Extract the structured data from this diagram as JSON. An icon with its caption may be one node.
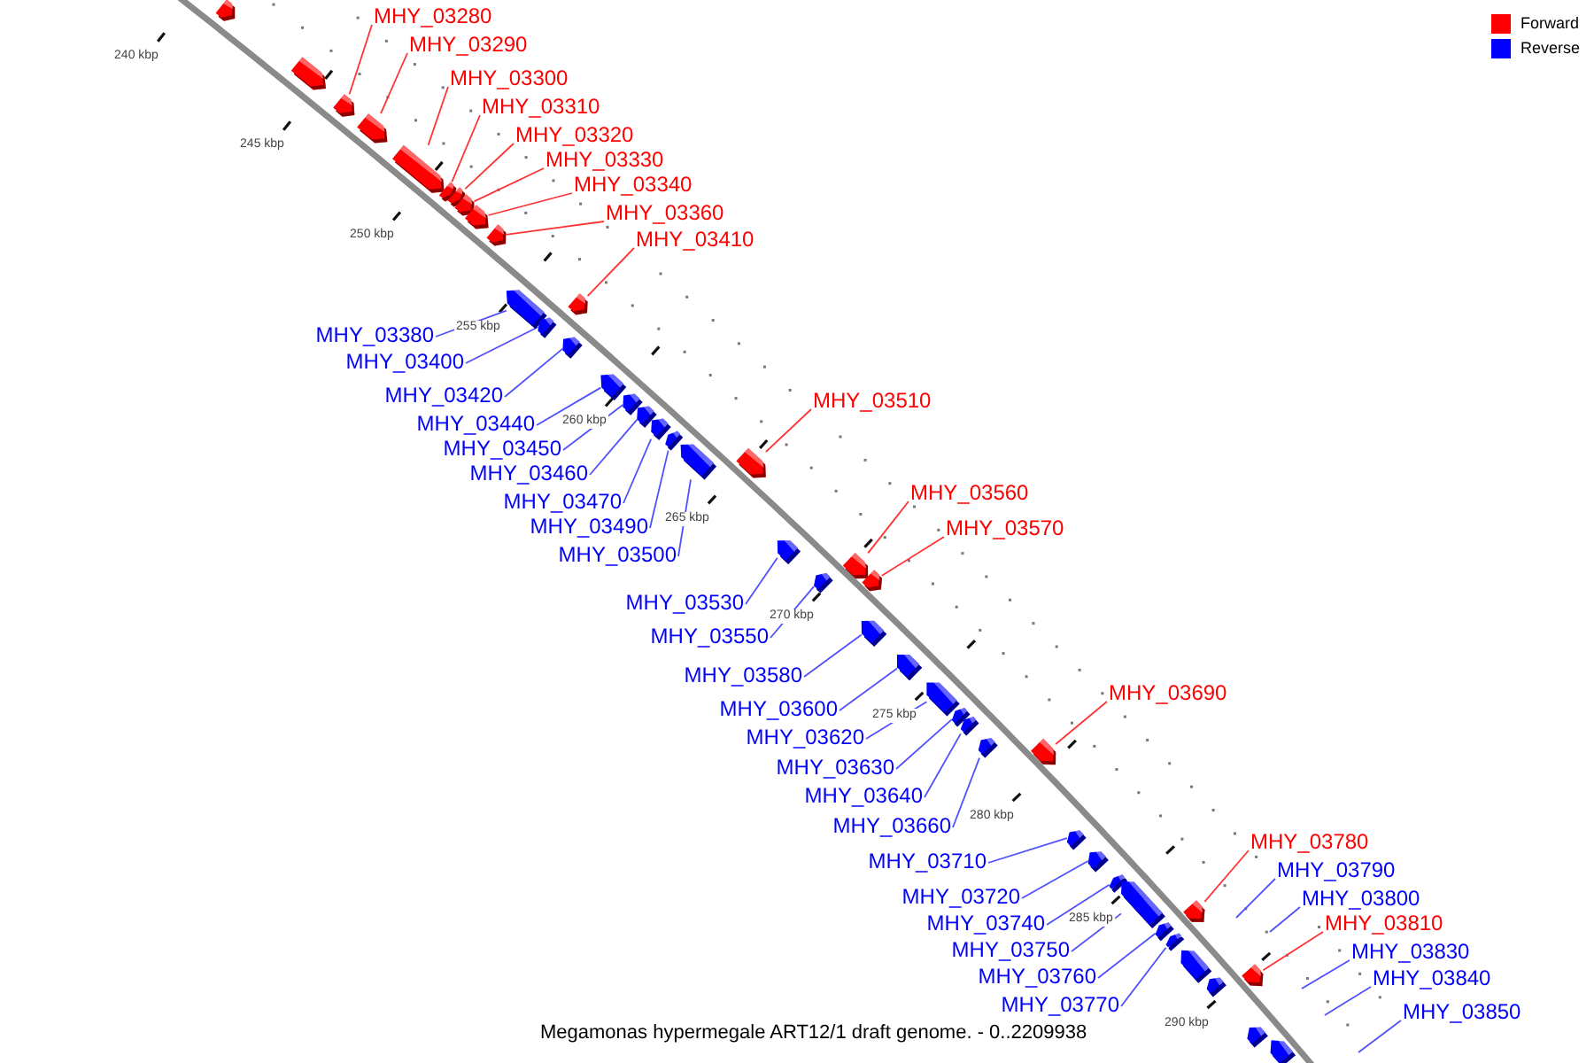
{
  "diagram": {
    "caption": "Megamonas hypermegale ART12/1 draft genome. - 0..2209938",
    "nodes": [
      {
        "text": [],
        "shape": "arrow"
      },
      {
        "text": [],
        "shape": "arrow"
      },
      {
        "text": [],
        "shape": "arrow"
      },
      {
        "text": [],
        "shape": "arrow"
      },
      {
        "text": [],
        "shape": "arrow"
      },
      {
        "text": [],
        "shape": "arrow"
      },
      {
        "text": [],
        "shape": "arrow"
      },
      {
        "text": [],
        "shape": "arrow"
      },
      {
        "text": [],
        "shape": "arrow"
      },
      {
        "text": [],
        "shape": "arrow"
      },
      {
        "text": [],
        "shape": "arrow"
      },
      {
        "text": [],
        "shape": "arrow"
      },
      {
        "text": [],
        "shape": "arrow"
      },
      {
        "text": [],
        "shape": "arrow"
      },
      {
        "text": [],
        "shape": "arrow"
      },
      {
        "text": [],
        "shape": "arrow"
      },
      {
        "text": [],
        "shape": "arrow"
      },
      {
        "text": [],
        "shape": "arrow"
      },
      {
        "text": [],
        "shape": "arrow"
      },
      {
        "text": [],
        "shape": "arrow"
      },
      {
        "text": [],
        "shape": "arrow"
      },
      {
        "text": [],
        "shape": "arrow"
      },
      {
        "text": [],
        "shape": "arrow"
      },
      {
        "text": [],
        "shape": "arrow"
      },
      {
        "text": [],
        "shape": "arrow"
      },
      {
        "text": [],
        "shape": "arrow"
      },
      {
        "text": [],
        "shape": "arrow"
      },
      {
        "text": [],
        "shape": "arrow"
      },
      {
        "text": [],
        "shape": "arrow"
      },
      {
        "text": [],
        "shape": "arrow"
      },
      {
        "text": [],
        "shape": "arrow"
      },
      {
        "text": [],
        "shape": "arrow"
      },
      {
        "text": [],
        "shape": "arrow"
      },
      {
        "text": [],
        "shape": "arrow"
      },
      {
        "text": [],
        "shape": "arrow"
      },
      {
        "text": [],
        "shape": "arrow"
      },
      {
        "text": [],
        "shape": "arrow"
      },
      {
        "text": [],
        "shape": "arrow"
      },
      {
        "text": [],
        "shape": "arrow"
      },
      {
        "text": [],
        "shape": "arrow"
      },
      {
        "text": [],
        "shape": "arrow"
      },
      {
        "text": [],
        "shape": "arrow"
      },
      {
        "text": [],
        "shape": "arrow"
      },
      {
        "text": [],
        "shape": "arrow"
      },
      {
        "text": [
          "MHY_03280"
        ]
      },
      {
        "text": [
          "MHY_03290"
        ]
      },
      {
        "text": [
          "MHY_03300"
        ]
      },
      {
        "text": [
          "MHY_03310"
        ]
      },
      {
        "text": [
          "MHY_03320"
        ]
      },
      {
        "text": [
          "MHY_03330"
        ]
      },
      {
        "text": [
          "MHY_03340"
        ]
      },
      {
        "text": [
          "MHY_03360"
        ]
      },
      {
        "text": [
          "MHY_03410"
        ]
      },
      {
        "text": [
          "MHY_03380"
        ]
      },
      {
        "text": [
          "MHY_03400"
        ]
      },
      {
        "text": [
          "MHY_03420"
        ]
      },
      {
        "text": [
          "MHY_03440"
        ]
      },
      {
        "text": [
          "MHY_03450"
        ]
      },
      {
        "text": [
          "MHY_03460"
        ]
      },
      {
        "text": [
          "MHY_03470"
        ]
      },
      {
        "text": [
          "MHY_03490"
        ]
      },
      {
        "text": [
          "MHY_03500"
        ]
      },
      {
        "text": [
          "MHY_03510"
        ]
      },
      {
        "text": [
          "MHY_03560"
        ]
      },
      {
        "text": [
          "MHY_03570"
        ]
      },
      {
        "text": [
          "MHY_03530"
        ]
      },
      {
        "text": [
          "MHY_03550"
        ]
      },
      {
        "text": [
          "MHY_03580"
        ]
      },
      {
        "text": [
          "MHY_03600"
        ]
      },
      {
        "text": [
          "MHY_03620"
        ]
      },
      {
        "text": [
          "MHY_03690"
        ]
      },
      {
        "text": [
          "MHY_03630"
        ]
      },
      {
        "text": [
          "MHY_03640"
        ]
      },
      {
        "text": [
          "MHY_03660"
        ]
      },
      {
        "text": [
          "MHY_03780"
        ]
      },
      {
        "text": [
          "MHY_03710"
        ]
      },
      {
        "text": [
          "MHY_03790"
        ]
      },
      {
        "text": [
          "MHY_03720"
        ]
      },
      {
        "text": [
          "MHY_03800"
        ]
      },
      {
        "text": [
          "MHY_03810"
        ]
      },
      {
        "text": [
          "MHY_03740"
        ]
      },
      {
        "text": [
          "MHY_03830"
        ]
      },
      {
        "text": [
          "MHY_03750"
        ]
      },
      {
        "text": [
          "MHY_03760"
        ]
      },
      {
        "text": [
          "MHY_03840"
        ]
      },
      {
        "text": [
          "MHY_03850"
        ]
      },
      {
        "text": [
          "MHY_03770"
        ]
      }
    ],
    "edges": [
      {
        "from": 44,
        "to": 2,
        "arrow": "none",
        "color": "#ff3333"
      },
      {
        "from": 45,
        "to": 3,
        "arrow": "none",
        "color": "#ff3333"
      },
      {
        "from": 46,
        "to": 4,
        "arrow": "none",
        "color": "#ff3333"
      },
      {
        "from": 47,
        "to": 5,
        "arrow": "none",
        "color": "#ff3333"
      },
      {
        "from": 48,
        "to": 6,
        "arrow": "none",
        "color": "#ff3333"
      },
      {
        "from": 49,
        "to": 7,
        "arrow": "none",
        "color": "#ff3333"
      },
      {
        "from": 50,
        "to": 8,
        "arrow": "none",
        "color": "#ff3333"
      },
      {
        "from": 51,
        "to": 9,
        "arrow": "none",
        "color": "#ff3333"
      },
      {
        "from": 52,
        "to": 10,
        "arrow": "none",
        "color": "#ff3333"
      },
      {
        "from": 53,
        "to": 11,
        "arrow": "none"
      },
      {
        "from": 54,
        "to": 12,
        "arrow": "none"
      },
      {
        "from": 55,
        "to": 13,
        "arrow": "none"
      },
      {
        "from": 56,
        "to": 14,
        "arrow": "none"
      },
      {
        "from": 57,
        "to": 15,
        "arrow": "none"
      },
      {
        "from": 58,
        "to": 16,
        "arrow": "none"
      },
      {
        "from": 59,
        "to": 17,
        "arrow": "none"
      },
      {
        "from": 60,
        "to": 18,
        "arrow": "none"
      },
      {
        "from": 61,
        "to": 19,
        "arrow": "none"
      },
      {
        "from": 62,
        "to": 20,
        "arrow": "none",
        "color": "#ff3333"
      },
      {
        "from": 63,
        "to": 23,
        "arrow": "none",
        "color": "#ff3333"
      },
      {
        "from": 64,
        "to": 24,
        "arrow": "none",
        "color": "#ff3333"
      },
      {
        "from": 65,
        "to": 21,
        "arrow": "none"
      },
      {
        "from": 66,
        "to": 22,
        "arrow": "none"
      },
      {
        "from": 67,
        "to": 25,
        "arrow": "none"
      },
      {
        "from": 68,
        "to": 26,
        "arrow": "none"
      },
      {
        "from": 69,
        "to": 27,
        "arrow": "none"
      },
      {
        "from": 70,
        "to": 31,
        "arrow": "none",
        "color": "#ff3333"
      },
      {
        "from": 71,
        "to": 28,
        "arrow": "none"
      },
      {
        "from": 72,
        "to": 29,
        "arrow": "none"
      },
      {
        "from": 73,
        "to": 30,
        "arrow": "none"
      },
      {
        "from": 74,
        "to": 38,
        "arrow": "none",
        "color": "#ff3333"
      },
      {
        "from": 75,
        "to": 32,
        "arrow": "none"
      },
      {
        "from": 76,
        "to": null,
        "arrow": "none"
      },
      {
        "from": 77,
        "to": 33,
        "arrow": "none"
      },
      {
        "from": 78,
        "to": null,
        "arrow": "none"
      },
      {
        "from": 79,
        "to": 39,
        "arrow": "none",
        "color": "#ff3333"
      },
      {
        "from": 80,
        "to": 34,
        "arrow": "none"
      },
      {
        "from": 81,
        "to": null,
        "arrow": "none"
      },
      {
        "from": 82,
        "to": 35,
        "arrow": "none"
      },
      {
        "from": 83,
        "to": 36,
        "arrow": "none"
      },
      {
        "from": 84,
        "to": null,
        "arrow": "none"
      },
      {
        "from": 85,
        "to": null,
        "arrow": "none"
      },
      {
        "from": 86,
        "to": 37,
        "arrow": "none"
      }
    ],
    "labels": [
      "240 kbp",
      "245 kbp",
      "250 kbp",
      "255 kbp",
      "260 kbp",
      "265 kbp",
      "270 kbp",
      "275 kbp",
      "280 kbp",
      "285 kbp",
      "290 kbp"
    ],
    "legend": [
      {
        "text": "Forward",
        "color": "#ff0000"
      },
      {
        "text": "Reverse",
        "color": "#0000ff"
      }
    ]
  }
}
